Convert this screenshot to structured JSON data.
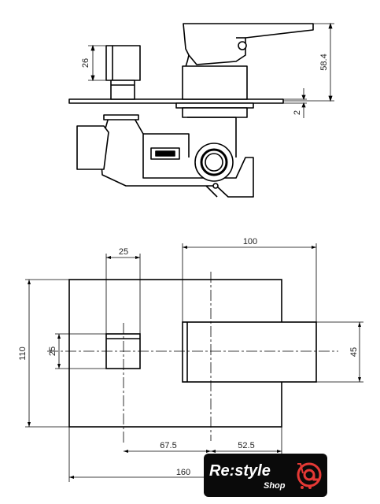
{
  "dimensions": {
    "side_handle_height": "26",
    "side_total_height": "58.4",
    "side_plate_thickness": "2",
    "front_handle_width": "25",
    "front_plate_width": "100",
    "front_total_height": "110",
    "front_knob_height": "25",
    "front_lever_height": "45",
    "front_offset_left": "67.5",
    "front_offset_right": "52.5",
    "front_total_width": "160"
  },
  "logo": {
    "brand": "Re:style",
    "sub": "Shop"
  }
}
